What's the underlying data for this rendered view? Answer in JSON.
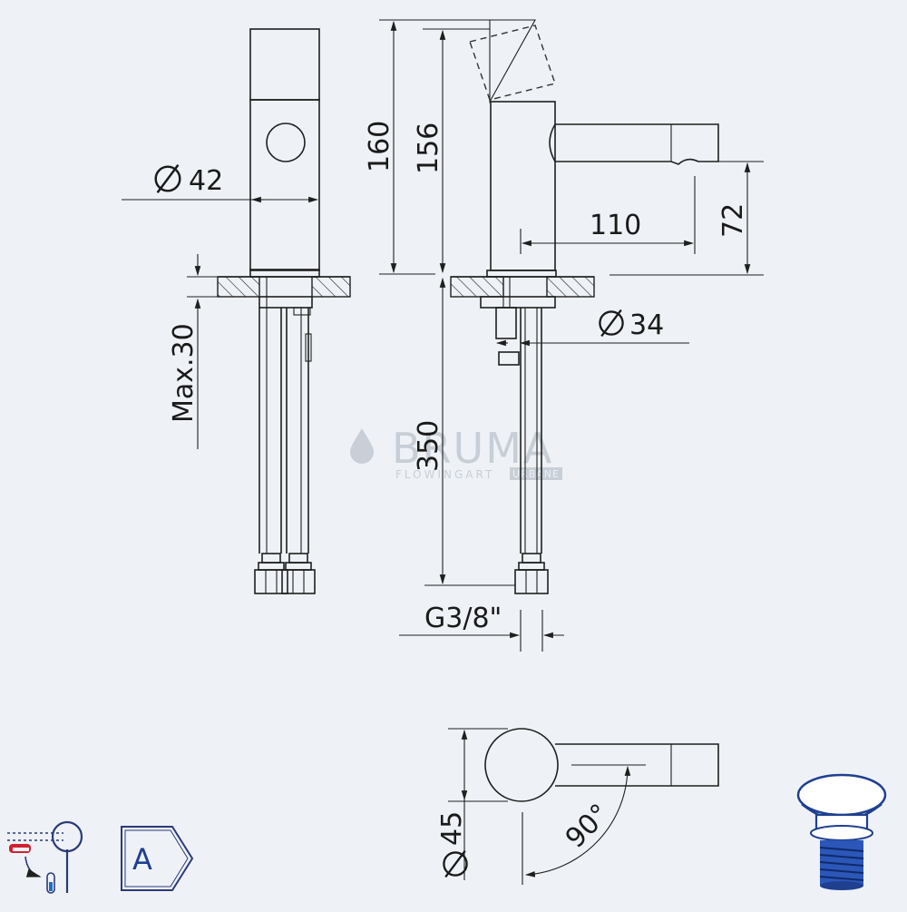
{
  "brand": {
    "name": "BRUMA",
    "tagline_prefix": "FLOWINGART",
    "tagline_suffix": "URBANE"
  },
  "dimensions": {
    "body_diameter": "42",
    "height_total": "160",
    "height_body": "156",
    "max_deck": "Max.30",
    "hose_length": "350",
    "spout_reach": "110",
    "spout_height": "72",
    "tail_diameter": "34",
    "connection": "G3/8\"",
    "top_diameter": "45",
    "rotation": "90°"
  },
  "badges": {
    "energy_class": "A"
  },
  "colors": {
    "background": "#eef2f7",
    "line": "#1f1f1f",
    "accent_blue": "#1f3f8f",
    "accent_red": "#d02030"
  },
  "icons": [
    "diameter-icon",
    "cold-start-icon",
    "energy-class-icon",
    "push-waste-icon"
  ]
}
